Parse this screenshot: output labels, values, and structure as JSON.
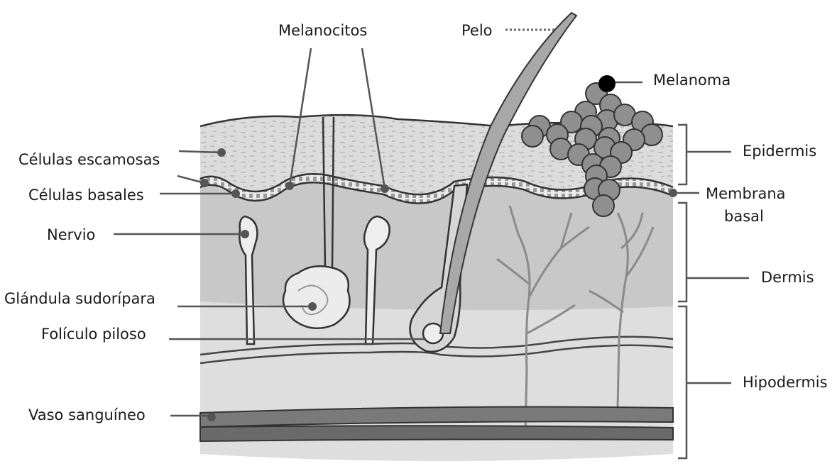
{
  "labels": {
    "celulas_escamosas": "Células escamosas",
    "celulas_basales": "Células basales",
    "nervio": "Nervio",
    "glandula_sudoripara": "Glándula sudorípara",
    "foliculo_piloso": "Folículo piloso",
    "vaso_sanguineo": "Vaso sanguíneo",
    "melanocitos": "Melanocitos",
    "pelo": "Pelo",
    "melanoma": "Melanoma",
    "epidermis": "Epidermis",
    "membrana_line1": "Membrana",
    "membrana_line2": "basal",
    "dermis": "Dermis",
    "hipodermis": "Hipodermis"
  },
  "colors": {
    "epidermis": "#dcdcdc",
    "dermis": "#c8c8c8",
    "hipodermis": "#dedede",
    "melanoma_cell": "#8f8f8f",
    "vessel": "#7a7a7a"
  }
}
